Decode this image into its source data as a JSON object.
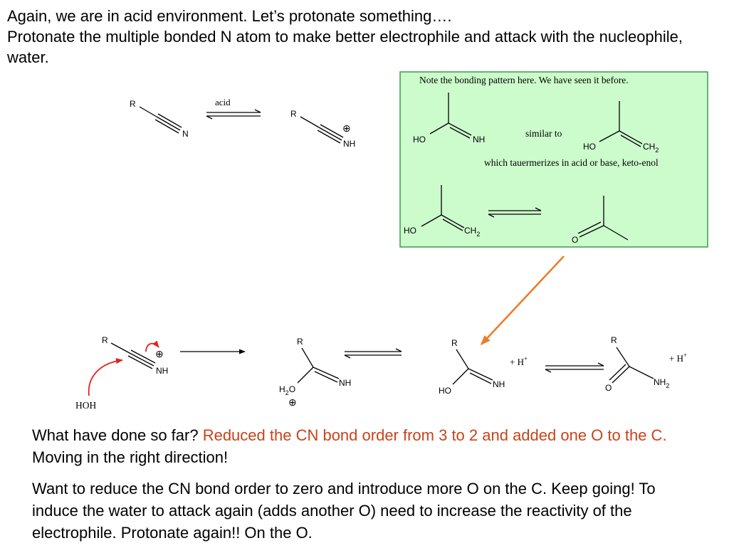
{
  "intro": {
    "line1": "Again, we are in acid environment. Let’s protonate something….",
    "line2": "Protonate the multiple bonded N atom to make better electrophile and attack with the nucleophile, water."
  },
  "scheme1": {
    "r": "R",
    "n": "N",
    "reagent": "acid",
    "r2": "R",
    "plus": "⊕",
    "nh": "NH"
  },
  "note_box": {
    "title": "Note the bonding pattern here.  We have seen it before.",
    "ho": "HO",
    "nh": "NH",
    "similar_to": "similar to",
    "ho2": "HO",
    "ch": "CH",
    "sub2": "2",
    "tautomer_text": "which tauermerizes in acid or base, keto-enol",
    "ho3": "HO",
    "ch3": "CH",
    "sub3": "2",
    "o": "O",
    "colors": {
      "fill": "#ccfccc",
      "border": "#3a9a4a"
    }
  },
  "mechanism": {
    "r1": "R",
    "plus1": "⊕",
    "nh1": "NH",
    "hoh": "HOH",
    "r2": "R",
    "h2o_h": "H",
    "h2o_sub": "2",
    "h2o_o": "O",
    "nh2": "NH",
    "plus2": "⊕",
    "r3": "R",
    "ho3": "HO",
    "nh3": "NH",
    "hplus1": "+  H",
    "hplus1_sup": "+",
    "r4": "R",
    "o4": "O",
    "nh4": "NH",
    "nh4_sub": "2",
    "hplus2": "+  H",
    "hplus2_sup": "+",
    "colors": {
      "curved_arrow": "#e0231c",
      "pointer_arrow": "#ee7a25"
    }
  },
  "summary": {
    "p1_prefix": "What have done so far?  ",
    "p1_highlight": "Reduced the CN bond order from 3 to 2 and added one O to the C.",
    "p1_suffix": "  Moving in the right direction!",
    "p2": "Want to reduce the CN bond order to zero and introduce more O on the C.  Keep going!  To induce the water to attack again (adds another O) need to increase the reactivity of the electrophile.  Protonate again!!  On the O.",
    "highlight_color": "#c8431a"
  }
}
